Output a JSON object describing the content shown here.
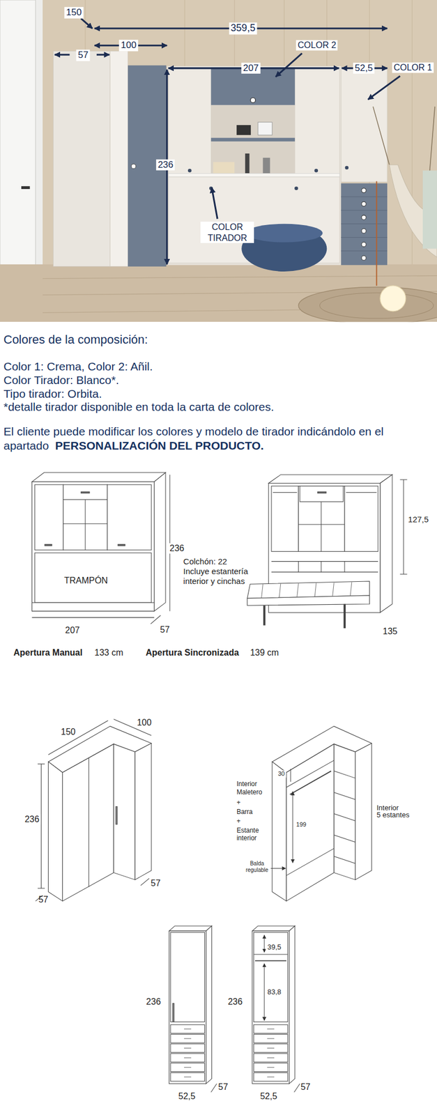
{
  "diagram": {
    "title": "Colores de la composición:",
    "labels": [
      "150",
      "359,5",
      "100",
      "57",
      "COLOR 2",
      "207",
      "52,5",
      "COLOR 1",
      "236",
      "COLOR TIRADOR",
      "Color 1: Crema, Color 2: Añil.",
      "Color Tirador: Blanco*.",
      "Tipo tirador: Orbita.",
      "*detalle tirador disponible en toda la carta de colores.",
      "El cliente puede modificar los colores y modelo de tirador indicándolo en el apartado",
      "PERSONALIZACIÓN DEL PRODUCTO.",
      "TRAMPÓN",
      "236",
      "207",
      "57",
      "Colchón: 22",
      "Incluye estantería interior y cinchas",
      "127,5",
      "135",
      "Apertura Manual",
      "133 cm",
      "Apertura Sincronizada",
      "139 cm",
      "150",
      "100",
      "236",
      "57",
      "57",
      "Interior Maletero",
      "+",
      "Barra",
      "+",
      "Estante interior",
      "30",
      "199",
      "Balda regulable",
      "Interior",
      "5 estantes",
      "236",
      "52,5",
      "57",
      "236",
      "39,5",
      "83,8",
      "52,5",
      "57"
    ]
  }
}
